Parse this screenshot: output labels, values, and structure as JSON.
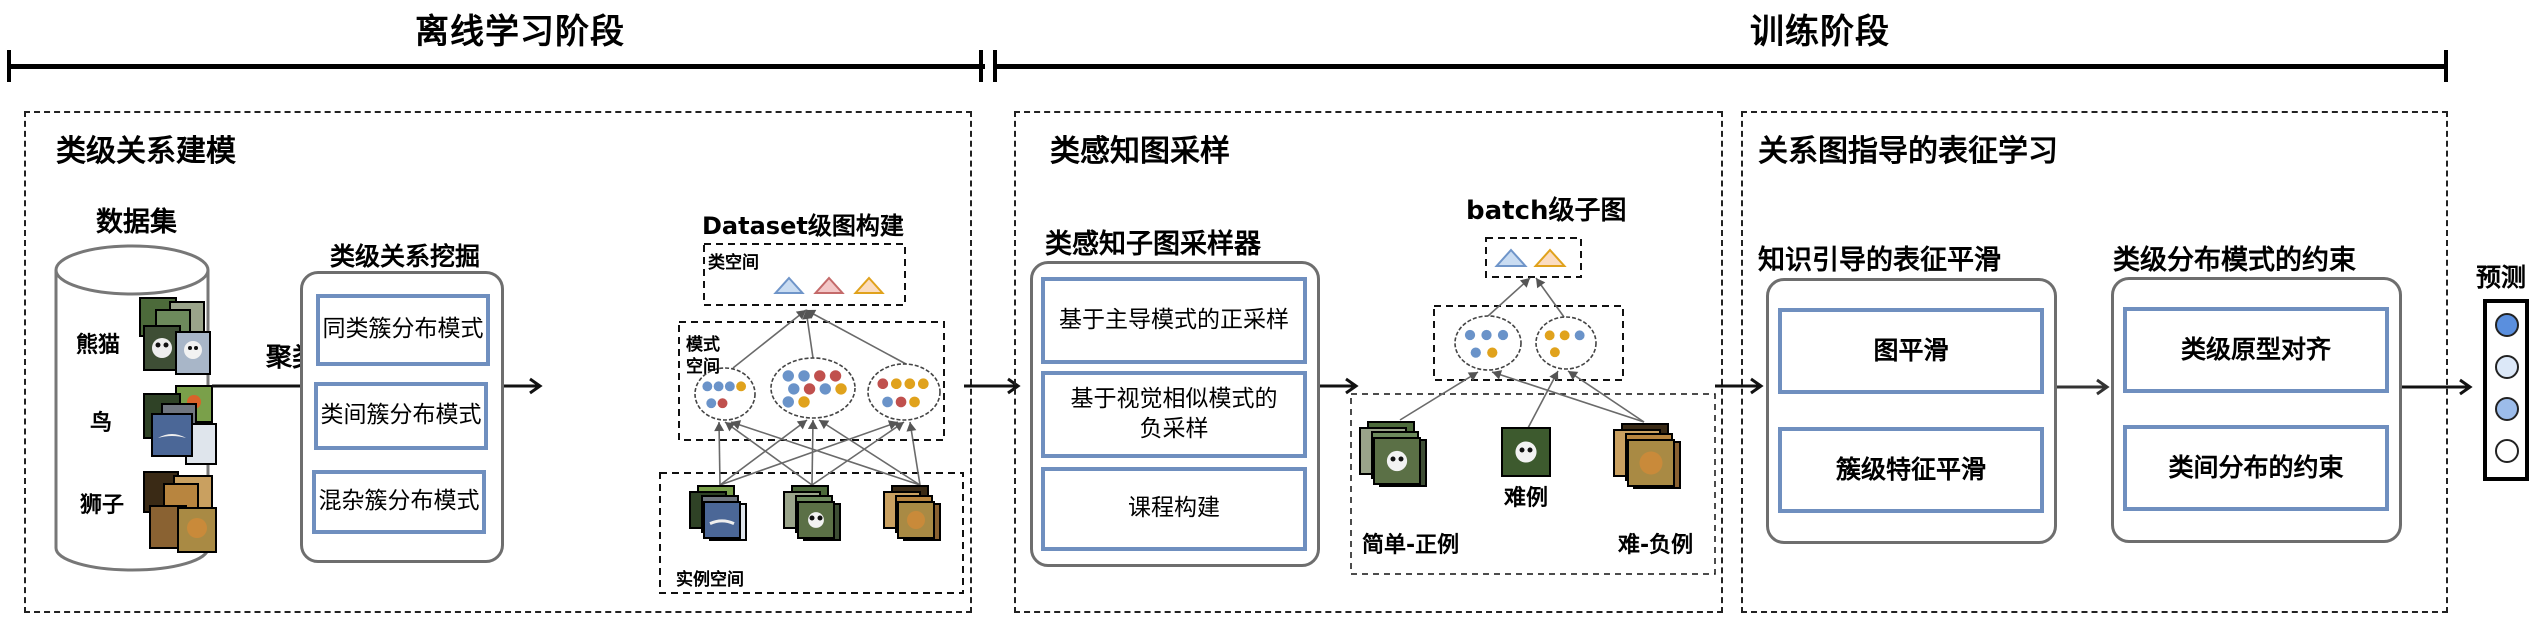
{
  "phases": {
    "offline": {
      "label": "离线学习阶段"
    },
    "training": {
      "label": "训练阶段"
    }
  },
  "panel1": {
    "title": "类级关系建模",
    "dataset": {
      "title": "数据集",
      "classes": [
        {
          "label": "熊猫",
          "image_icon": "panda-photo-stack"
        },
        {
          "label": "鸟",
          "image_icon": "bird-photo-stack"
        },
        {
          "label": "狮子",
          "image_icon": "lion-photo-stack"
        }
      ]
    },
    "cluster_arrow_label": "聚类",
    "mining": {
      "title": "类级关系挖掘",
      "items": [
        "同类簇分布模式",
        "类间簇分布模式",
        "混杂簇分布模式"
      ]
    },
    "graph": {
      "title": "Dataset级图构建",
      "class_space_label": "类空间",
      "pattern_space_label": "模式\n空间",
      "pattern_space_label_lines": [
        "模式",
        "空间"
      ],
      "instance_space_label": "实例空间",
      "class_triangles": [
        {
          "fill": "#c9dcf2",
          "stroke": "#6f95c9"
        },
        {
          "fill": "#f3c7c7",
          "stroke": "#c46a6a"
        },
        {
          "fill": "#fbdcc0",
          "stroke": "#e0a21c"
        }
      ],
      "clusters": [
        {
          "dots": [
            "blue",
            "blue",
            "blue",
            "yellow",
            "blue",
            "red"
          ]
        },
        {
          "dots": [
            "blue",
            "blue",
            "red",
            "red",
            "blue",
            "red",
            "blue",
            "yellow",
            "blue",
            "yellow"
          ]
        },
        {
          "dots": [
            "red",
            "yellow",
            "yellow",
            "yellow",
            "blue",
            "red",
            "yellow"
          ]
        }
      ],
      "instance_stacks": [
        "bird-photo-stack",
        "panda-photo-stack",
        "lion-photo-stack"
      ]
    }
  },
  "panel2": {
    "title": "类感知图采样",
    "sampler": {
      "title": "类感知子图采样器",
      "items": [
        "基于主导模式的正采样",
        "基于视觉相似模式的负采样",
        "课程构建"
      ],
      "item2_lines": [
        "基于视觉相似模式的",
        "负采样"
      ]
    },
    "batch_graph": {
      "title": "batch级子图",
      "class_triangles": [
        {
          "fill": "#c9dcf2",
          "stroke": "#6f95c9"
        },
        {
          "fill": "#fbdcc0",
          "stroke": "#e0a21c"
        }
      ],
      "clusters": [
        {
          "dots": [
            "blue",
            "blue",
            "blue",
            "blue",
            "yellow"
          ]
        },
        {
          "dots": [
            "yellow",
            "yellow",
            "blue",
            "yellow"
          ]
        }
      ],
      "samples": [
        {
          "label": "简单-正例",
          "image_icon": "panda-photo-stack"
        },
        {
          "label": "难例",
          "image_icon": "panda-photo"
        },
        {
          "label": "难-负例",
          "image_icon": "lion-photo-stack"
        }
      ]
    }
  },
  "panel3": {
    "title": "关系图指导的表征学习",
    "smoothing": {
      "title": "知识引导的表征平滑",
      "items": [
        "图平滑",
        "簇级特征平滑"
      ]
    },
    "constraint": {
      "title": "类级分布模式的约束",
      "items": [
        "类级原型对齐",
        "类间分布的约束"
      ]
    }
  },
  "prediction": {
    "title": "预测",
    "scores": [
      {
        "color": "#5a8fde"
      },
      {
        "color": "#dce8f8"
      },
      {
        "color": "#9cbcea"
      },
      {
        "color": "#ffffff"
      }
    ]
  },
  "colors": {
    "dot_blue": "#6a93c9",
    "dot_red": "#c0504d",
    "dot_yellow": "#e0a21c",
    "box_border_blue": "#6f8fbf",
    "rounded_border_gray": "#6e6e6e"
  }
}
